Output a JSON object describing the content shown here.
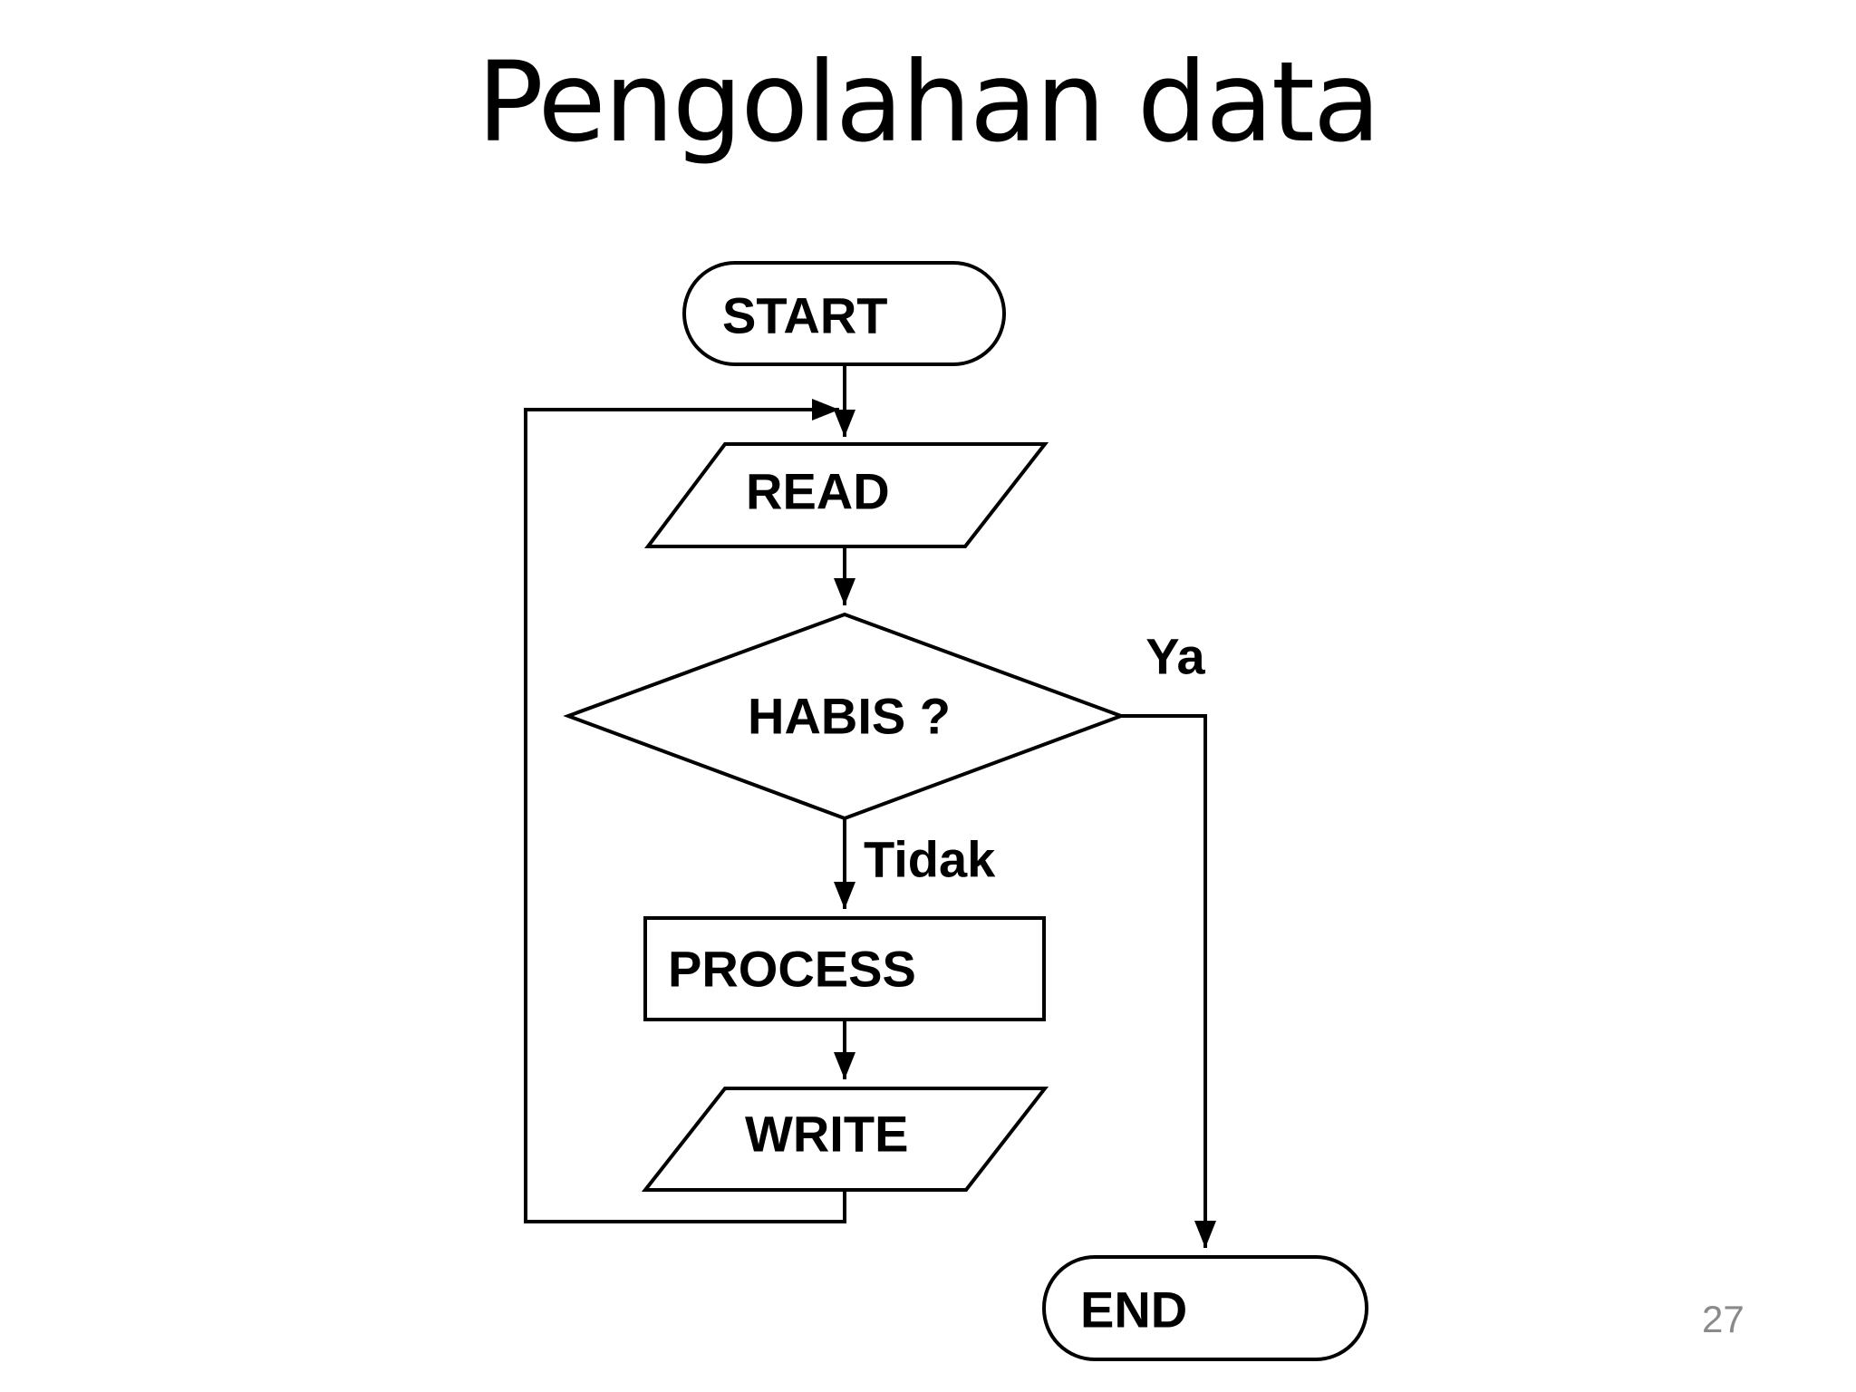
{
  "slide": {
    "title": "Pengolahan data",
    "page_number": "27"
  },
  "colors": {
    "background": "#ffffff",
    "shape_stroke": "#000000",
    "shape_fill": "#ffffff",
    "text": "#000000",
    "page_number": "#8a8a8a"
  },
  "flowchart": {
    "nodes": [
      {
        "id": "start",
        "type": "terminator",
        "label": "START"
      },
      {
        "id": "read",
        "type": "io-parallelogram",
        "label": "READ"
      },
      {
        "id": "decision",
        "type": "decision-diamond",
        "label": "HABIS ?"
      },
      {
        "id": "process",
        "type": "process-rect",
        "label": "PROCESS"
      },
      {
        "id": "write",
        "type": "io-parallelogram",
        "label": "WRITE"
      },
      {
        "id": "end",
        "type": "terminator",
        "label": "END"
      }
    ],
    "edges": [
      {
        "from": "start",
        "to": "read",
        "label": ""
      },
      {
        "from": "read",
        "to": "decision",
        "label": ""
      },
      {
        "from": "decision",
        "to": "process",
        "label": "Tidak"
      },
      {
        "from": "process",
        "to": "write",
        "label": ""
      },
      {
        "from": "write",
        "to": "read",
        "label": ""
      },
      {
        "from": "decision",
        "to": "end",
        "label": "Ya"
      }
    ]
  }
}
